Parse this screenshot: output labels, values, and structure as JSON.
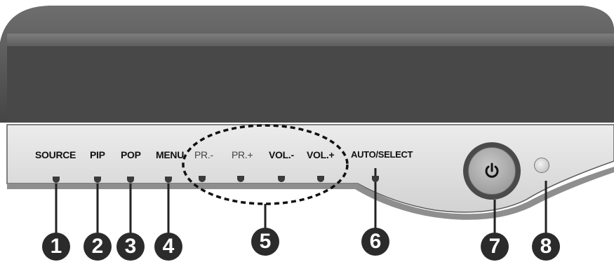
{
  "labels": {
    "source": "SOURCE",
    "pip": "PIP",
    "pop": "POP",
    "menu": "MENU",
    "pr_minus": "PR.-",
    "pr_plus": "PR.+",
    "vol_minus": "VOL.-",
    "vol_plus": "VOL.+",
    "auto_select": "AUTO/SELECT"
  },
  "callouts": [
    "1",
    "2",
    "3",
    "4",
    "5",
    "6",
    "7",
    "8"
  ],
  "icons": {
    "power": "power-icon",
    "led": "power-indicator-led"
  },
  "colors": {
    "bezel_dark": "#4d4d4d",
    "bezel_light": "#d9d9d9",
    "callout_fill": "#2b2b2b"
  }
}
